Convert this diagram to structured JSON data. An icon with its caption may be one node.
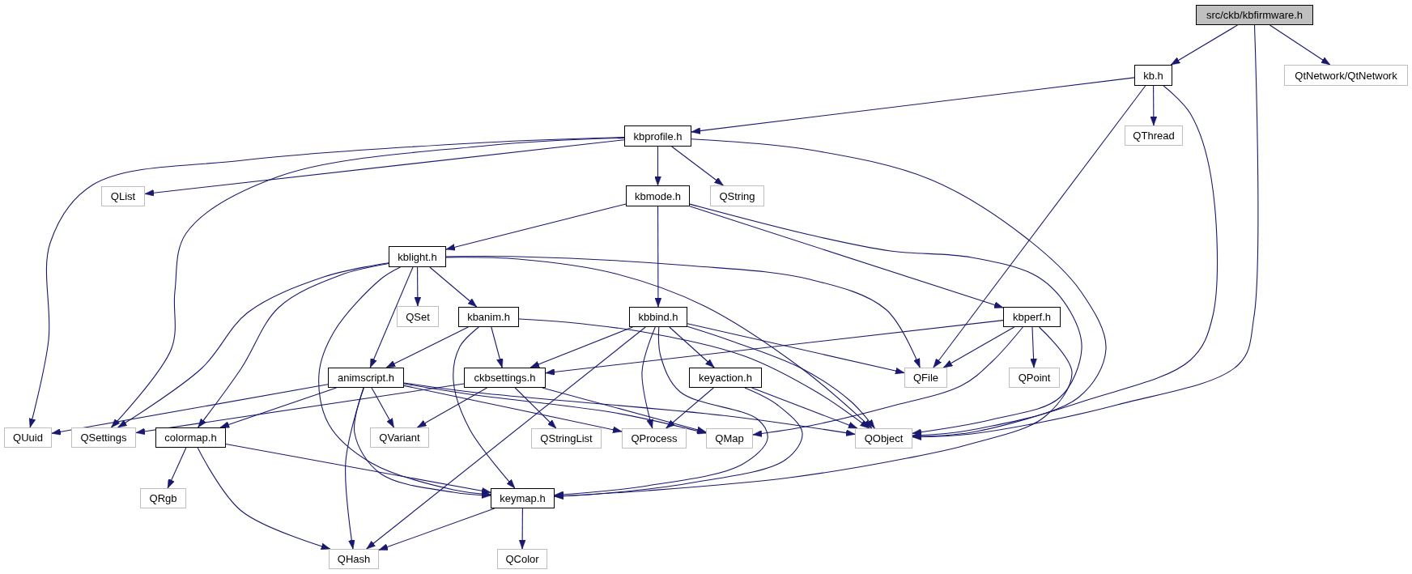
{
  "diagram": {
    "nodes": [
      {
        "text": [
          "src/ckb/kbfirmware.h"
        ]
      },
      {
        "text": [
          "kb.h"
        ]
      },
      {
        "text": [
          "QtNetwork/QtNetwork"
        ]
      },
      {
        "text": [
          "kbprofile.h"
        ]
      },
      {
        "text": [
          "QThread"
        ]
      },
      {
        "text": [
          "QList"
        ]
      },
      {
        "text": [
          "kbmode.h"
        ]
      },
      {
        "text": [
          "QString"
        ]
      },
      {
        "text": [
          "kblight.h"
        ]
      },
      {
        "text": [
          "QSet"
        ]
      },
      {
        "text": [
          "kbanim.h"
        ]
      },
      {
        "text": [
          "kbbind.h"
        ]
      },
      {
        "text": [
          "kbperf.h"
        ]
      },
      {
        "text": [
          "animscript.h"
        ]
      },
      {
        "text": [
          "ckbsettings.h"
        ]
      },
      {
        "text": [
          "keyaction.h"
        ]
      },
      {
        "text": [
          "QFile"
        ]
      },
      {
        "text": [
          "QPoint"
        ]
      },
      {
        "text": [
          "QUuid"
        ]
      },
      {
        "text": [
          "QSettings"
        ]
      },
      {
        "text": [
          "colormap.h"
        ]
      },
      {
        "text": [
          "QVariant"
        ]
      },
      {
        "text": [
          "QStringList"
        ]
      },
      {
        "text": [
          "QProcess"
        ]
      },
      {
        "text": [
          "QMap"
        ]
      },
      {
        "text": [
          "QObject"
        ]
      },
      {
        "text": [
          "QRgb"
        ]
      },
      {
        "text": [
          "keymap.h"
        ]
      },
      {
        "text": [
          "QHash"
        ]
      },
      {
        "text": [
          "QColor"
        ]
      }
    ],
    "edges": [
      {
        "from": 0,
        "to": 1,
        "arrow": "to"
      },
      {
        "from": 0,
        "to": 2,
        "arrow": "to"
      },
      {
        "from": 0,
        "to": 25,
        "arrow": "to"
      },
      {
        "from": 1,
        "to": 3,
        "arrow": "to"
      },
      {
        "from": 1,
        "to": 4,
        "arrow": "to"
      },
      {
        "from": 1,
        "to": 16,
        "arrow": "to"
      },
      {
        "from": 1,
        "to": 25,
        "arrow": "to"
      },
      {
        "from": 3,
        "to": 5,
        "arrow": "to"
      },
      {
        "from": 3,
        "to": 18,
        "arrow": "to"
      },
      {
        "from": 3,
        "to": 19,
        "arrow": "to"
      },
      {
        "from": 3,
        "to": 6,
        "arrow": "to"
      },
      {
        "from": 3,
        "to": 7,
        "arrow": "to"
      },
      {
        "from": 3,
        "to": 25,
        "arrow": "to"
      },
      {
        "from": 6,
        "to": 8,
        "arrow": "to"
      },
      {
        "from": 6,
        "to": 11,
        "arrow": "to"
      },
      {
        "from": 6,
        "to": 12,
        "arrow": "to"
      },
      {
        "from": 6,
        "to": 25,
        "arrow": "to"
      },
      {
        "from": 8,
        "to": 9,
        "arrow": "to"
      },
      {
        "from": 8,
        "to": 10,
        "arrow": "to"
      },
      {
        "from": 8,
        "to": 13,
        "arrow": "to"
      },
      {
        "from": 8,
        "to": 20,
        "arrow": "to"
      },
      {
        "from": 8,
        "to": 19,
        "arrow": "to"
      },
      {
        "from": 8,
        "to": 27,
        "arrow": "to"
      },
      {
        "from": 8,
        "to": 25,
        "arrow": "to"
      },
      {
        "from": 8,
        "to": 16,
        "arrow": "to"
      },
      {
        "from": 10,
        "to": 13,
        "arrow": "to"
      },
      {
        "from": 10,
        "to": 14,
        "arrow": "to"
      },
      {
        "from": 10,
        "to": 27,
        "arrow": "to"
      },
      {
        "from": 10,
        "to": 25,
        "arrow": "to"
      },
      {
        "from": 11,
        "to": 14,
        "arrow": "to"
      },
      {
        "from": 11,
        "to": 28,
        "arrow": "to"
      },
      {
        "from": 11,
        "to": 23,
        "arrow": "to"
      },
      {
        "from": 11,
        "to": 27,
        "arrow": "to"
      },
      {
        "from": 11,
        "to": 15,
        "arrow": "to"
      },
      {
        "from": 11,
        "to": 25,
        "arrow": "to"
      },
      {
        "from": 11,
        "to": 16,
        "arrow": "to"
      },
      {
        "from": 12,
        "to": 14,
        "arrow": "to"
      },
      {
        "from": 12,
        "to": 16,
        "arrow": "to"
      },
      {
        "from": 12,
        "to": 24,
        "arrow": "to"
      },
      {
        "from": 12,
        "to": 17,
        "arrow": "to"
      },
      {
        "from": 12,
        "to": 27,
        "arrow": "to"
      },
      {
        "from": 13,
        "to": 18,
        "arrow": "to"
      },
      {
        "from": 13,
        "to": 20,
        "arrow": "to"
      },
      {
        "from": 13,
        "to": 21,
        "arrow": "to"
      },
      {
        "from": 13,
        "to": 28,
        "arrow": "to"
      },
      {
        "from": 13,
        "to": 27,
        "arrow": "to"
      },
      {
        "from": 13,
        "to": 23,
        "arrow": "to"
      },
      {
        "from": 13,
        "to": 24,
        "arrow": "to"
      },
      {
        "from": 13,
        "to": 25,
        "arrow": "to"
      },
      {
        "from": 14,
        "to": 19,
        "arrow": "to"
      },
      {
        "from": 14,
        "to": 21,
        "arrow": "to"
      },
      {
        "from": 14,
        "to": 22,
        "arrow": "to"
      },
      {
        "from": 14,
        "to": 24,
        "arrow": "to"
      },
      {
        "from": 15,
        "to": 23,
        "arrow": "to"
      },
      {
        "from": 15,
        "to": 25,
        "arrow": "to"
      },
      {
        "from": 15,
        "to": 27,
        "arrow": "to"
      },
      {
        "from": 20,
        "to": 26,
        "arrow": "to"
      },
      {
        "from": 20,
        "to": 28,
        "arrow": "to"
      },
      {
        "from": 20,
        "to": 27,
        "arrow": "to"
      },
      {
        "from": 27,
        "to": 28,
        "arrow": "to"
      },
      {
        "from": 27,
        "to": 29,
        "arrow": "to"
      }
    ]
  }
}
